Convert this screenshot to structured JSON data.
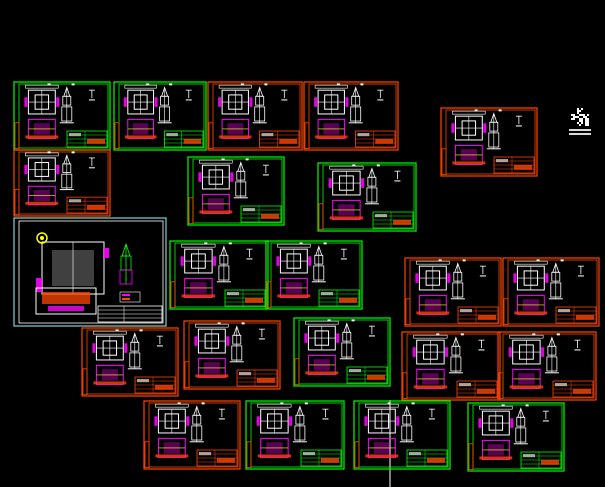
{
  "viewport": {
    "background": "#000000"
  },
  "colors": {
    "green": "#00ff00",
    "red": "#ff4500",
    "cyan": "#7fd3d3",
    "white": "#ffffff",
    "magenta": "#ff00ff",
    "yellow": "#ffff00",
    "grey": "#808080"
  },
  "sheets": [
    {
      "id": "sheet-1",
      "frame": "green"
    },
    {
      "id": "sheet-2",
      "frame": "green"
    },
    {
      "id": "sheet-3",
      "frame": "red"
    },
    {
      "id": "sheet-4",
      "frame": "red"
    },
    {
      "id": "sheet-5",
      "frame": "red"
    },
    {
      "id": "sheet-6",
      "frame": "red"
    },
    {
      "id": "sheet-7",
      "frame": "green"
    },
    {
      "id": "sheet-8",
      "frame": "green"
    },
    {
      "id": "sheet-9",
      "frame": "cyan"
    },
    {
      "id": "sheet-10",
      "frame": "green"
    },
    {
      "id": "sheet-11",
      "frame": "green"
    },
    {
      "id": "sheet-12",
      "frame": "red"
    },
    {
      "id": "sheet-13",
      "frame": "red"
    },
    {
      "id": "sheet-14",
      "frame": "red"
    },
    {
      "id": "sheet-15",
      "frame": "red"
    },
    {
      "id": "sheet-16",
      "frame": "green"
    },
    {
      "id": "sheet-17",
      "frame": "red"
    },
    {
      "id": "sheet-18",
      "frame": "red"
    },
    {
      "id": "sheet-19",
      "frame": "red"
    },
    {
      "id": "sheet-20",
      "frame": "green"
    },
    {
      "id": "sheet-21",
      "frame": "green"
    },
    {
      "id": "sheet-22",
      "frame": "green"
    }
  ],
  "qr_code": {
    "icon": "qr-code-icon"
  }
}
